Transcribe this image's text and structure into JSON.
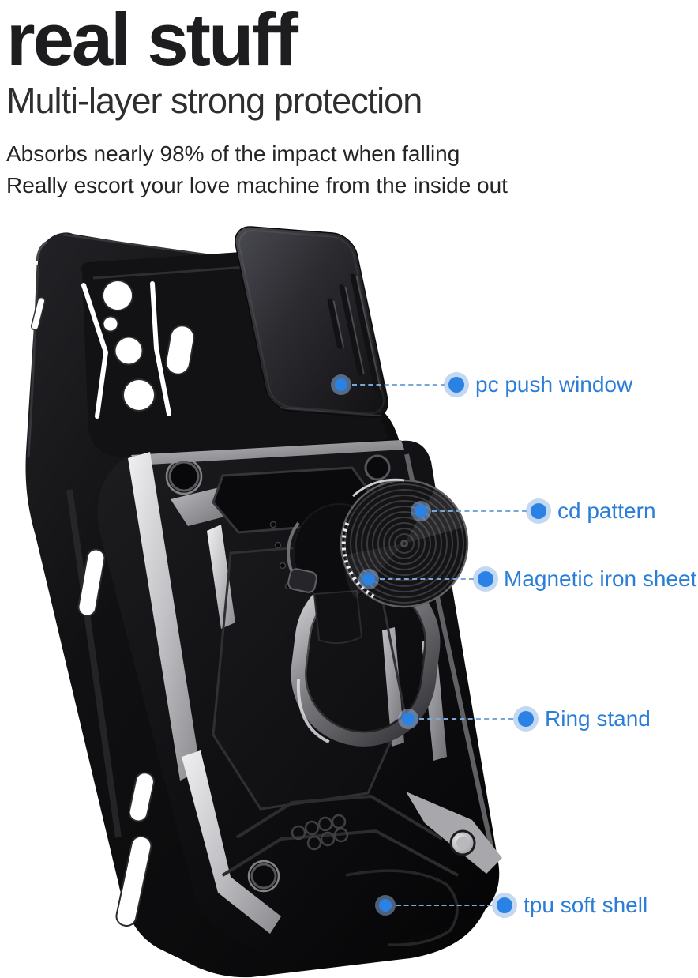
{
  "page": {
    "background_color": "#ffffff"
  },
  "header": {
    "title": "real stuff",
    "subtitle": "Multi-layer strong protection",
    "description_lines": [
      "Absorbs nearly 98% of the impact when falling",
      "Really escort your love machine from the inside out"
    ]
  },
  "colors": {
    "accent_text": "#2b7ed7",
    "callout_dot": "#2a82e4",
    "callout_halo": "rgba(148,184,231,0.55)",
    "dash_line": "#7aa7d9",
    "case_black": "#0c0c0e",
    "silver_accent": "#c9c9cd"
  },
  "callouts": [
    {
      "id": "pc-push-window",
      "label": "pc push window"
    },
    {
      "id": "cd-pattern",
      "label": "cd pattern"
    },
    {
      "id": "magnetic-iron-sheet",
      "label": "Magnetic iron sheet"
    },
    {
      "id": "ring-stand",
      "label": "Ring stand"
    },
    {
      "id": "tpu-soft-shell",
      "label": "tpu soft shell"
    }
  ]
}
